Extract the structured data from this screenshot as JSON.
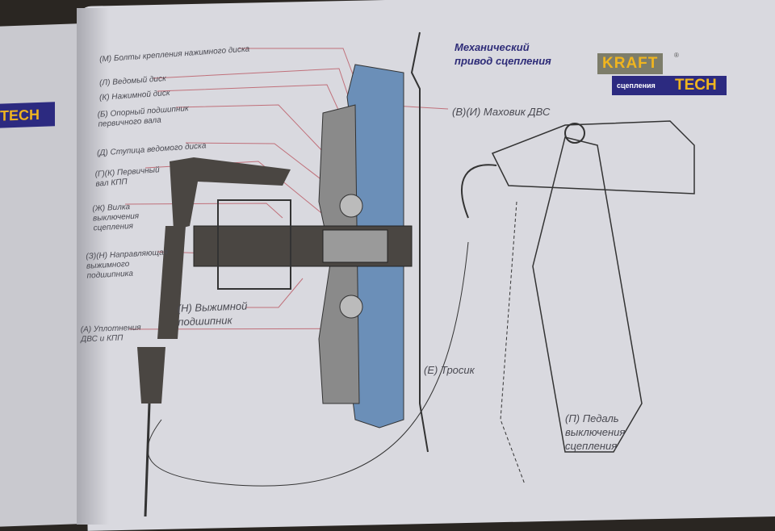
{
  "title": "Механический\nпривод сцепления",
  "logo": {
    "top": "KRAFT",
    "bottom": "TECH",
    "sub": "сцепления",
    "reg": "®",
    "left_fragment": "TECH"
  },
  "labels": {
    "m": "(М) Болты крепления нажимного диска",
    "l": "(Л) Ведомый диск",
    "k": "(К) Нажимной диск",
    "b": "(Б) Опорный подшипник\nпервичного вала",
    "d": "(Д) Ступица ведомого диска",
    "g": "(Г)(К) Первичный\nвал КПП",
    "zh": "(Ж) Вилка\nвыключения\nсцепления",
    "z": "(З)(Н) Направляющая\nвыжимного\nподшипника",
    "n": "(Н) Выжимной\nподшипник",
    "a": "(А) Уплотнения\nДВС и КПП",
    "v": "(В)(И) Маховик ДВС",
    "e": "(Е) Тросик",
    "p": "(П) Педаль\nвыключения\nсцепления"
  },
  "colors": {
    "page": "#d9d9df",
    "part_blue": "#6b8fb8",
    "part_dark": "#4a4642",
    "leader": "#c0707a",
    "title": "#2e2c78",
    "logo_yellow": "#f0b51f"
  }
}
